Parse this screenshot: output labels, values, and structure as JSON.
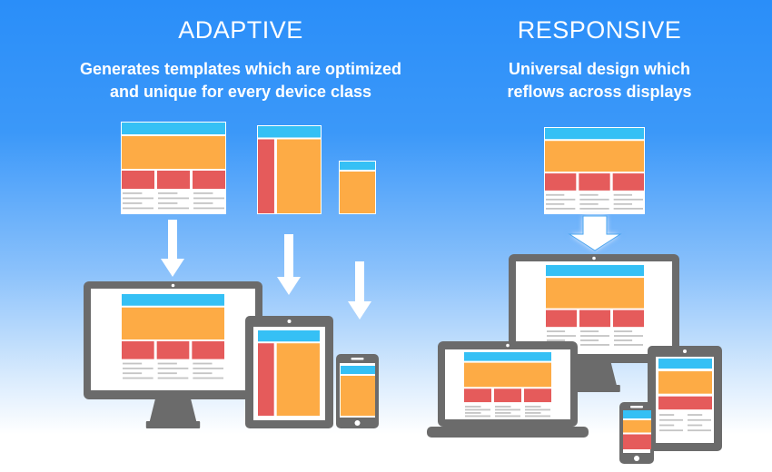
{
  "adaptive": {
    "title": "ADAPTIVE",
    "subtitle_line1": "Generates templates which are optimized",
    "subtitle_line2": "and unique for every device class"
  },
  "responsive": {
    "title": "RESPONSIVE",
    "subtitle_line1": "Universal design which",
    "subtitle_line2": "reflows across displays"
  },
  "colors": {
    "header": "#35c0f5",
    "content": "#fdab45",
    "blocks": "#e55b5b",
    "device": "#6b6b6b",
    "text_lines": "#c4c4c4"
  }
}
